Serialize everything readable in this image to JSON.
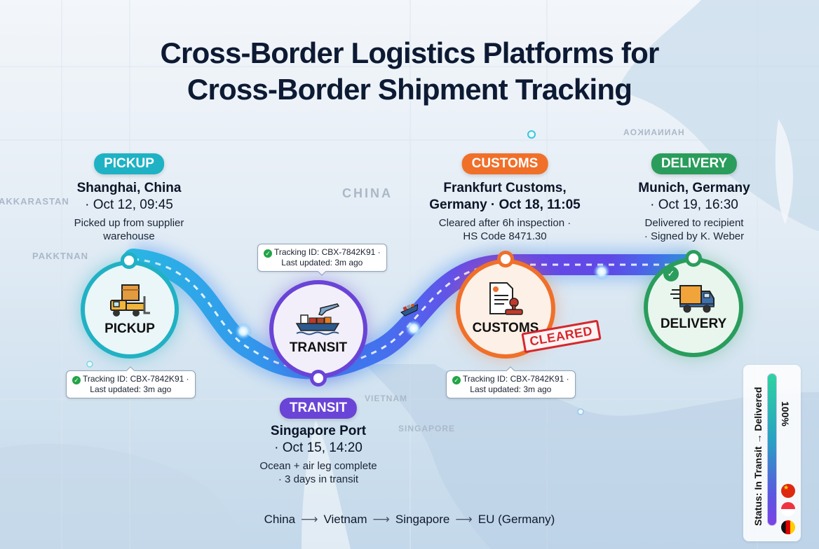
{
  "title": {
    "line1": "Cross-Border Logistics Platforms for",
    "line2": "Cross-Border Shipment Tracking"
  },
  "map_labels": {
    "china": "CHINA",
    "kazakhstan": "AKKARASTAN",
    "pakistan": "PAKKTNAN",
    "vietnam": "VIETNAM",
    "singapore": "SINGAPORE",
    "north": "HANNANKOA"
  },
  "stages": [
    {
      "id": "pickup",
      "pill": "PICKUP",
      "location": "Shanghai, China",
      "time": "· Oct 12, 09:45",
      "desc": "Picked up from supplier warehouse",
      "node_label": "PICKUP",
      "icon": "forklift-box-icon",
      "color": "#1eb2c4"
    },
    {
      "id": "transit",
      "pill": "TRANSIT",
      "location": "Singapore Port",
      "time": "· Oct 15, 14:20",
      "desc": "Ocean + air leg complete",
      "desc2": "· 3 days in transit",
      "node_label": "TRANSIT",
      "icon": "ship-plane-icon",
      "color": "#6a44d6"
    },
    {
      "id": "customs",
      "pill": "CUSTOMS",
      "location": "Frankfurt Customs,",
      "time": "Germany · Oct 18, 11:05",
      "desc": "Cleared after 6h inspection ·",
      "desc2": "HS Code 8471.30",
      "node_label": "CUSTOMS",
      "icon": "document-stamp-icon",
      "color": "#f0702a",
      "stamp": "CLEARED"
    },
    {
      "id": "delivery",
      "pill": "DELIVERY",
      "location": "Munich, Germany",
      "time": "· Oct 19, 16:30",
      "desc": "Delivered to recipient",
      "desc2": "· Signed by K. Weber",
      "node_label": "DELIVERY",
      "icon": "delivery-truck-icon",
      "color": "#2a9d5c"
    }
  ],
  "tooltips": {
    "line1": "Tracking ID: CBX-7842K91 ·",
    "line2": "Last updated: 3m ago",
    "check": "✓"
  },
  "route": {
    "stops": [
      "China",
      "Vietnam",
      "Singapore",
      "EU (Germany)"
    ],
    "arrow": "⟶"
  },
  "status": {
    "label": "Status: In Transit → Delivered",
    "percent": "100%",
    "flags": [
      "china-flag",
      "singapore-flag",
      "germany-flag"
    ]
  }
}
